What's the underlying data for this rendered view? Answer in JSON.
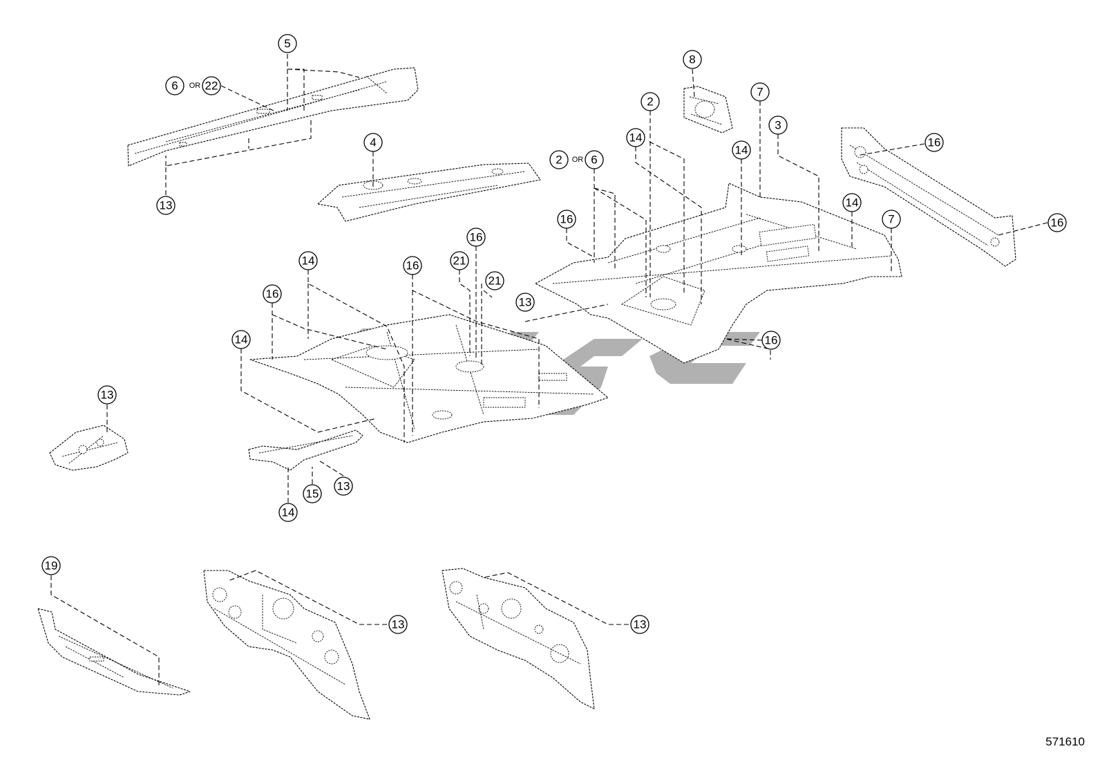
{
  "reference_code": "571610",
  "connector_word": "OR",
  "callouts": [
    {
      "id": "c5",
      "label": "5"
    },
    {
      "id": "c6a",
      "label": "6"
    },
    {
      "id": "c22",
      "label": "22"
    },
    {
      "id": "c13a",
      "label": "13"
    },
    {
      "id": "c4",
      "label": "4"
    },
    {
      "id": "c8",
      "label": "8"
    },
    {
      "id": "c2a",
      "label": "2"
    },
    {
      "id": "c7a",
      "label": "7"
    },
    {
      "id": "c3",
      "label": "3"
    },
    {
      "id": "c14a",
      "label": "14"
    },
    {
      "id": "c14b",
      "label": "14"
    },
    {
      "id": "c2b",
      "label": "2"
    },
    {
      "id": "c6b",
      "label": "6"
    },
    {
      "id": "c16a",
      "label": "16"
    },
    {
      "id": "c16b",
      "label": "16"
    },
    {
      "id": "c16c",
      "label": "16"
    },
    {
      "id": "c14c",
      "label": "14"
    },
    {
      "id": "c7b",
      "label": "7"
    },
    {
      "id": "c16d",
      "label": "16"
    },
    {
      "id": "c21a",
      "label": "21"
    },
    {
      "id": "c21b",
      "label": "21"
    },
    {
      "id": "c14d",
      "label": "14"
    },
    {
      "id": "c16e",
      "label": "16"
    },
    {
      "id": "c16f",
      "label": "16"
    },
    {
      "id": "c13b",
      "label": "13"
    },
    {
      "id": "c14e",
      "label": "14"
    },
    {
      "id": "c16g",
      "label": "16"
    },
    {
      "id": "c13c",
      "label": "13"
    },
    {
      "id": "c13d",
      "label": "13"
    },
    {
      "id": "c15",
      "label": "15"
    },
    {
      "id": "c14f",
      "label": "14"
    },
    {
      "id": "c19",
      "label": "19"
    },
    {
      "id": "c13e",
      "label": "13"
    },
    {
      "id": "c13f",
      "label": "13"
    }
  ]
}
